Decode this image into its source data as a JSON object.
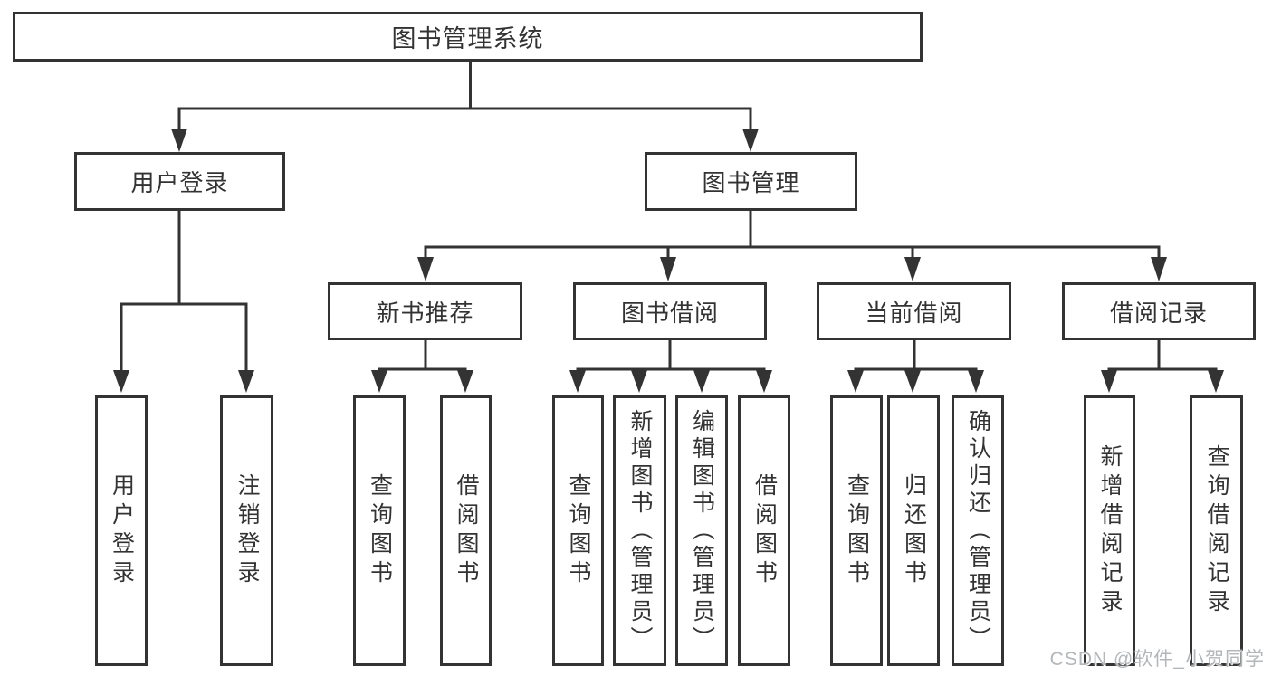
{
  "title": "图书管理系统",
  "colors": {
    "line": "#333333",
    "text": "#333333",
    "box_background": "#ffffff",
    "page_background": "#ffffff",
    "watermark": "#b3b7ba"
  },
  "nodes": {
    "root": {
      "label": "图书管理系统"
    },
    "user_login": {
      "label": "用户登录"
    },
    "book_mgmt": {
      "label": "图书管理"
    },
    "new_book_rec": {
      "label": "新书推荐"
    },
    "book_borrow": {
      "label": "图书借阅"
    },
    "current_borrow": {
      "label": "当前借阅"
    },
    "borrow_record": {
      "label": "借阅记录"
    },
    "leaf_user_login": {
      "label": "用户登录"
    },
    "leaf_logout": {
      "label": "注销登录"
    },
    "leaf_query_book_rec": {
      "label": "查询图书"
    },
    "leaf_borrow_book_rec": {
      "label": "借阅图书"
    },
    "leaf_query_book_borrow": {
      "label": "查询图书"
    },
    "leaf_add_book": {
      "label": "新增图书（管理员）"
    },
    "leaf_edit_book": {
      "label": "编辑图书（管理员）"
    },
    "leaf_borrow_book_borrow": {
      "label": "借阅图书"
    },
    "leaf_query_book_current": {
      "label": "查询图书"
    },
    "leaf_return_book": {
      "label": "归还图书"
    },
    "leaf_confirm_return": {
      "label": "确认归还（管理员）"
    },
    "leaf_add_record": {
      "label": "新增借阅记录"
    },
    "leaf_query_record": {
      "label": "查询借阅记录"
    }
  },
  "hierarchy": {
    "图书管理系统": [
      "用户登录",
      "图书管理"
    ],
    "用户登录": [
      "用户登录",
      "注销登录"
    ],
    "图书管理": [
      "新书推荐",
      "图书借阅",
      "当前借阅",
      "借阅记录"
    ],
    "新书推荐": [
      "查询图书",
      "借阅图书"
    ],
    "图书借阅": [
      "查询图书",
      "新增图书（管理员）",
      "编辑图书（管理员）",
      "借阅图书"
    ],
    "当前借阅": [
      "查询图书",
      "归还图书",
      "确认归还（管理员）"
    ],
    "借阅记录": [
      "新增借阅记录",
      "查询借阅记录"
    ]
  },
  "watermark": {
    "text": "CSDN @软件_小贺同学"
  }
}
